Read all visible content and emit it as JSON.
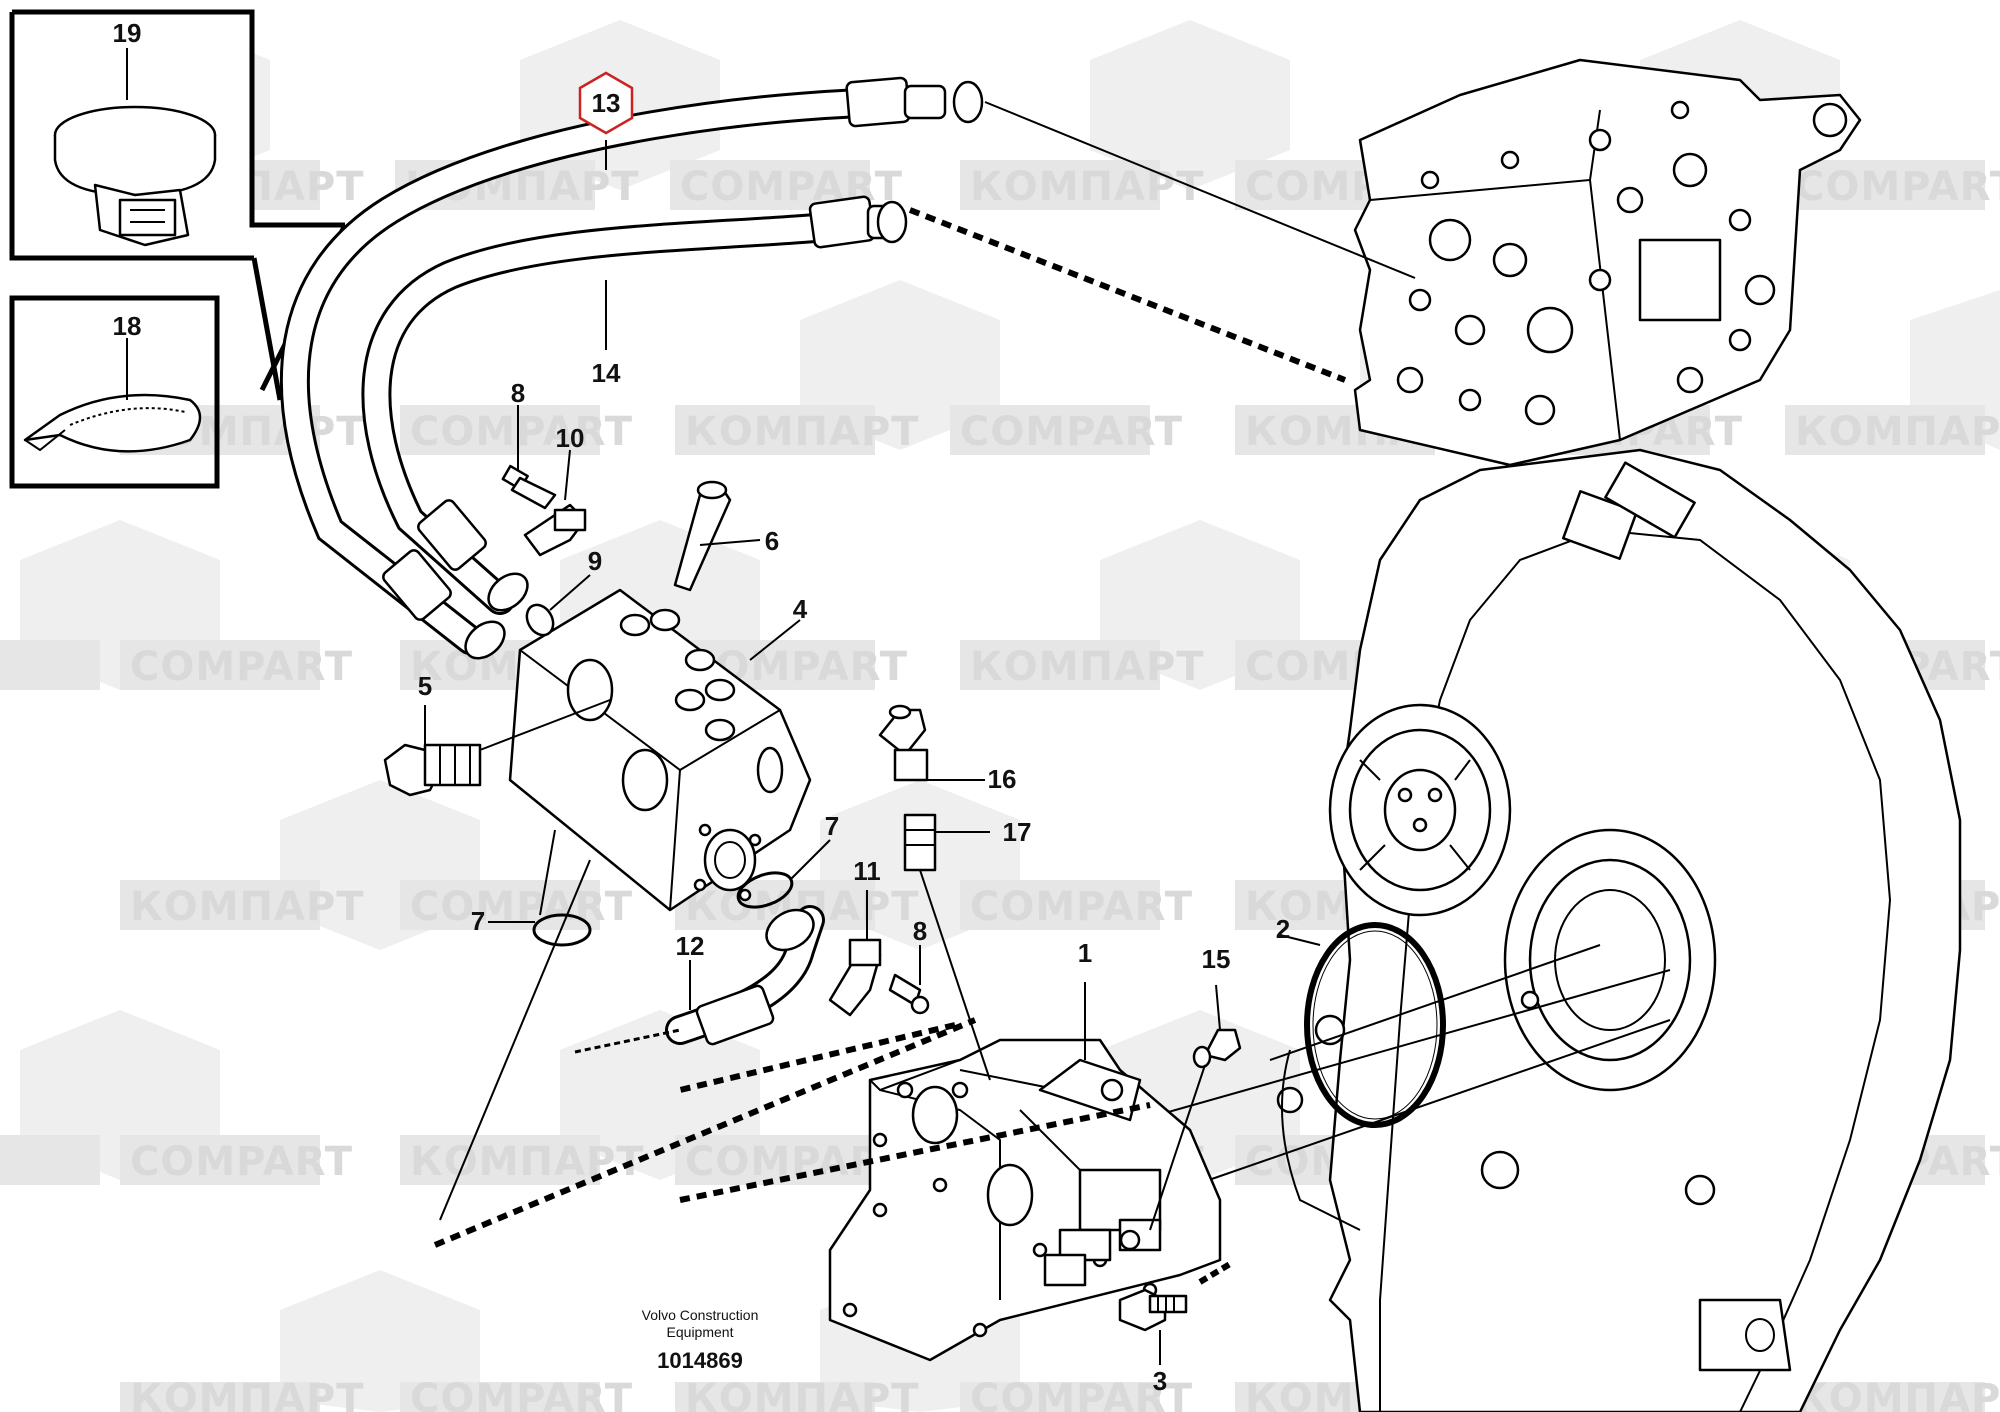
{
  "watermark": {
    "latin": "COMPART",
    "cyrillic": "КОМПАРТ",
    "color": "#d9d9d9"
  },
  "callouts": {
    "c1": "1",
    "c2": "2",
    "c3": "3",
    "c4": "4",
    "c5": "5",
    "c6": "6",
    "c7a": "7",
    "c7b": "7",
    "c8a": "8",
    "c8b": "8",
    "c9": "9",
    "c10": "10",
    "c11": "11",
    "c12": "12",
    "c13": "13",
    "c14": "14",
    "c15": "15",
    "c16": "16",
    "c17": "17",
    "c18": "18",
    "c19": "19"
  },
  "highlight_color": "#cc2222",
  "footer": {
    "brand_line1": "Volvo Construction",
    "brand_line2": "Equipment",
    "drawing_number": "1014869"
  }
}
